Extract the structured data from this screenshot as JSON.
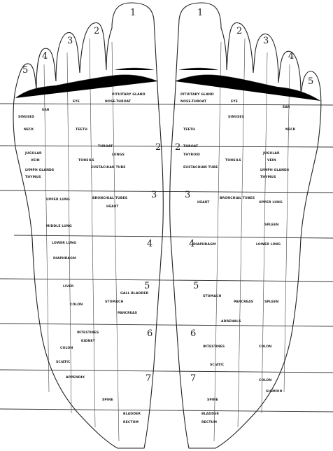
{
  "toe_numbers": {
    "left": [
      "1",
      "2",
      "3",
      "4",
      "5"
    ],
    "right": [
      "1",
      "2",
      "3",
      "4",
      "5"
    ]
  },
  "zone_numbers": {
    "left": [
      "2",
      "3",
      "4",
      "5",
      "6",
      "7"
    ],
    "right": [
      "2",
      "3",
      "4",
      "5",
      "6",
      "7"
    ]
  },
  "left_foot": {
    "toe_zone": [
      "PITUITARY GLAND",
      "NOSE-THROAT",
      "EYE",
      "EAR",
      "SINUSES",
      "TEETH",
      "NECK"
    ],
    "upper_zone": [
      "THROAT",
      "LYMPH GLANDS",
      "JUGULAR",
      "VEIN",
      "TONSILS",
      "LUNGS",
      "EUSTACHIAN TUBE",
      "THYMUS"
    ],
    "middle_zone": [
      "BRONCHIAL TUBES",
      "HEART",
      "UPPER LUNG",
      "MIDDLE LUNG",
      "LOWER LUNG",
      "DIAPHRAGM"
    ],
    "lower_zone": [
      "LIVER",
      "GALL BLADDER",
      "COLON",
      "STOMACH",
      "PANCREAS",
      "INTESTINES",
      "KIDNEY"
    ],
    "heel_zone": [
      "COLON",
      "APPENDIX",
      "SCIATIC",
      "BLADDER",
      "RECTUM",
      "SPINE"
    ]
  },
  "right_foot": {
    "toe_zone": [
      "PITUITARY GLAND",
      "NOSE-THROAT",
      "EYE",
      "EAR",
      "SINUSES",
      "TEETH",
      "NECK"
    ],
    "upper_zone": [
      "THROAT",
      "LYMPH GLANDS",
      "JUGULAR",
      "VEIN",
      "TONSILS",
      "THYROID",
      "EUSTACHIAN TUBE",
      "THYMUS"
    ],
    "middle_zone": [
      "BRONCHIAL TUBES",
      "UPPER LUNG",
      "LOWER LUNG",
      "HEART",
      "SPLEEN",
      "DIAPHRAGM"
    ],
    "lower_zone": [
      "STOMACH",
      "SPLEEN",
      "PANCREAS",
      "COLON",
      "INTESTINES",
      "ADRENALS"
    ],
    "heel_zone": [
      "COLON",
      "SIGMOID",
      "BLADDER",
      "RECTUM",
      "SCIATIC",
      "SPINE"
    ]
  }
}
